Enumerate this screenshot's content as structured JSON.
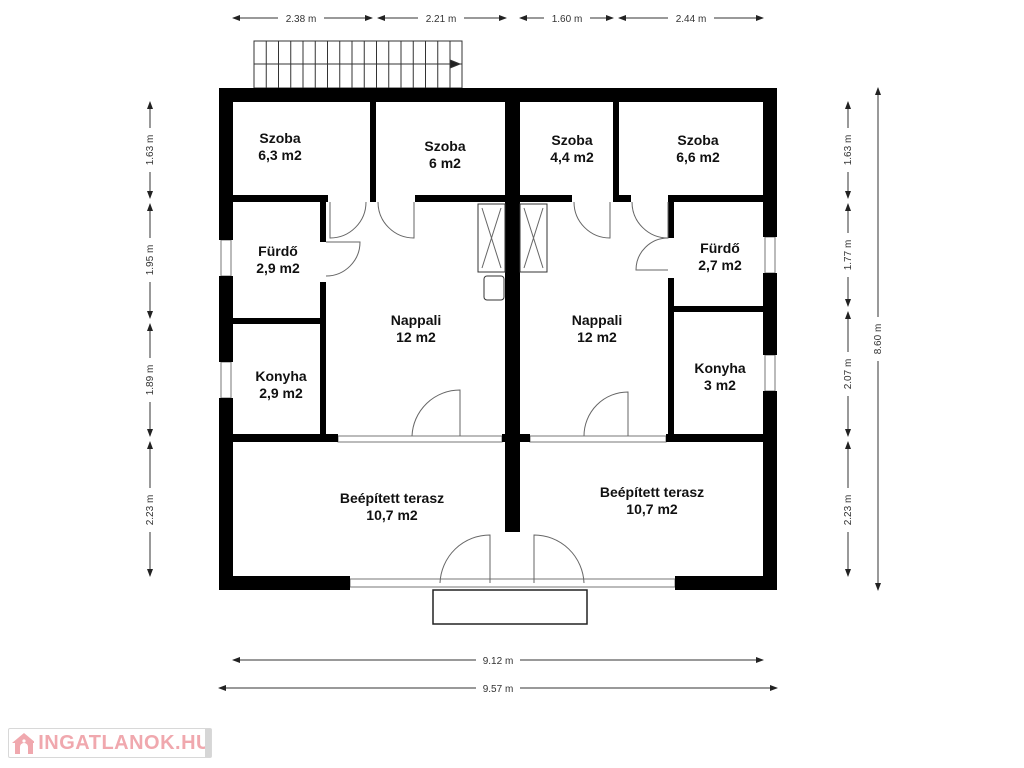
{
  "dimensions": {
    "top": [
      "2.38 m",
      "2.21 m",
      "1.60 m",
      "2.44 m"
    ],
    "left": [
      "1.63 m",
      "1.95 m",
      "1.89 m",
      "2.23 m"
    ],
    "right": [
      "1.63 m",
      "1.77 m",
      "2.07 m",
      "2.23 m"
    ],
    "right_total": "8.60 m",
    "bottom_inner": "9.12 m",
    "bottom_outer": "9.57 m"
  },
  "rooms": [
    {
      "name": "Szoba",
      "area": "6,3 m2"
    },
    {
      "name": "Szoba",
      "area": "6 m2"
    },
    {
      "name": "Szoba",
      "area": "4,4 m2"
    },
    {
      "name": "Szoba",
      "area": "6,6 m2"
    },
    {
      "name": "Fürdő",
      "area": "2,9 m2"
    },
    {
      "name": "Nappali",
      "area": "12 m2"
    },
    {
      "name": "Nappali",
      "area": "12 m2"
    },
    {
      "name": "Fürdő",
      "area": "2,7 m2"
    },
    {
      "name": "Konyha",
      "area": "2,9 m2"
    },
    {
      "name": "Konyha",
      "area": "3 m2"
    },
    {
      "name": "Beépített terasz",
      "area": "10,7 m2"
    },
    {
      "name": "Beépített terasz",
      "area": "10,7 m2"
    }
  ],
  "logo": {
    "text": "INGATLANOK.HU",
    "color": "#f0a8ae"
  },
  "colors": {
    "wall": "#000000",
    "line": "#555555"
  }
}
